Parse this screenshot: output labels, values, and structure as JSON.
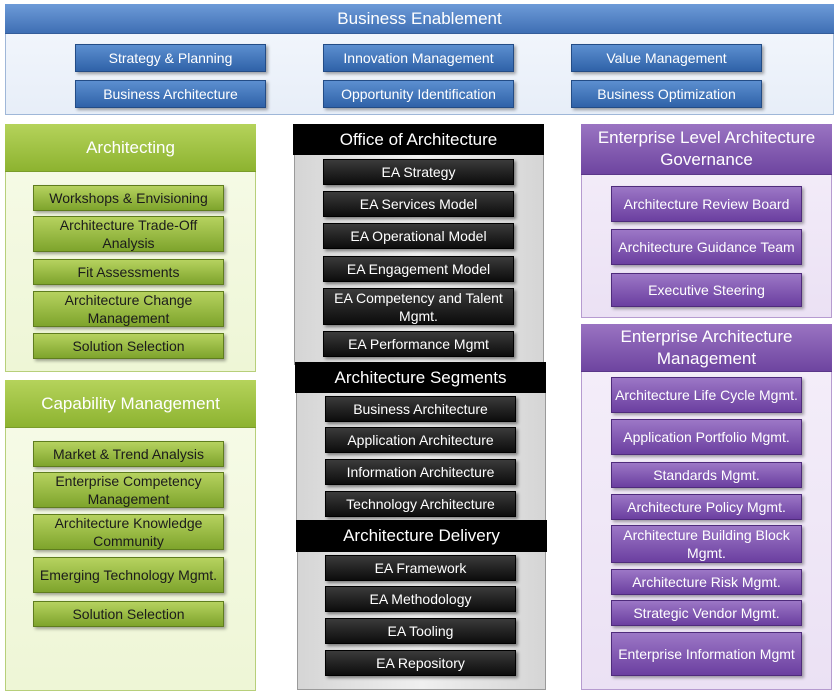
{
  "business_enablement": {
    "title": "Business Enablement",
    "items": [
      "Strategy & Planning",
      "Innovation Management",
      "Value Management",
      "Business Architecture",
      "Opportunity Identification",
      "Business Optimization"
    ]
  },
  "architecting": {
    "title": "Architecting",
    "items": [
      "Workshops & Envisioning",
      "Architecture Trade-Off Analysis",
      "Fit Assessments",
      "Architecture Change Management",
      "Solution Selection"
    ]
  },
  "capability_management": {
    "title": "Capability Management",
    "items": [
      "Market & Trend Analysis",
      "Enterprise Competency Management",
      "Architecture Knowledge Community",
      "Emerging Technology Mgmt.",
      "Solution Selection"
    ]
  },
  "office_of_architecture": {
    "title": "Office of Architecture",
    "items": [
      "EA Strategy",
      "EA Services Model",
      "EA Operational Model",
      "EA Engagement Model",
      "EA Competency and Talent Mgmt.",
      "EA Performance Mgmt"
    ]
  },
  "architecture_segments": {
    "title": "Architecture Segments",
    "items": [
      "Business Architecture",
      "Application Architecture",
      "Information Architecture",
      "Technology Architecture"
    ]
  },
  "architecture_delivery": {
    "title": "Architecture Delivery",
    "items": [
      "EA Framework",
      "EA Methodology",
      "EA Tooling",
      "EA Repository"
    ]
  },
  "governance": {
    "title": "Enterprise Level Architecture Governance",
    "items": [
      "Architecture Review Board",
      "Architecture Guidance Team",
      "Executive Steering"
    ]
  },
  "ea_management": {
    "title": "Enterprise Architecture Management",
    "items": [
      "Architecture Life Cycle Mgmt.",
      "Application Portfolio Mgmt.",
      "Standards Mgmt.",
      "Architecture Policy Mgmt.",
      "Architecture Building Block Mgmt.",
      "Architecture Risk Mgmt.",
      "Strategic Vendor Mgmt.",
      "Enterprise Information Mgmt"
    ]
  },
  "colors": {
    "blue": "#3f6fb4",
    "green": "#8db330",
    "black": "#000000",
    "purple": "#6e45a0"
  }
}
